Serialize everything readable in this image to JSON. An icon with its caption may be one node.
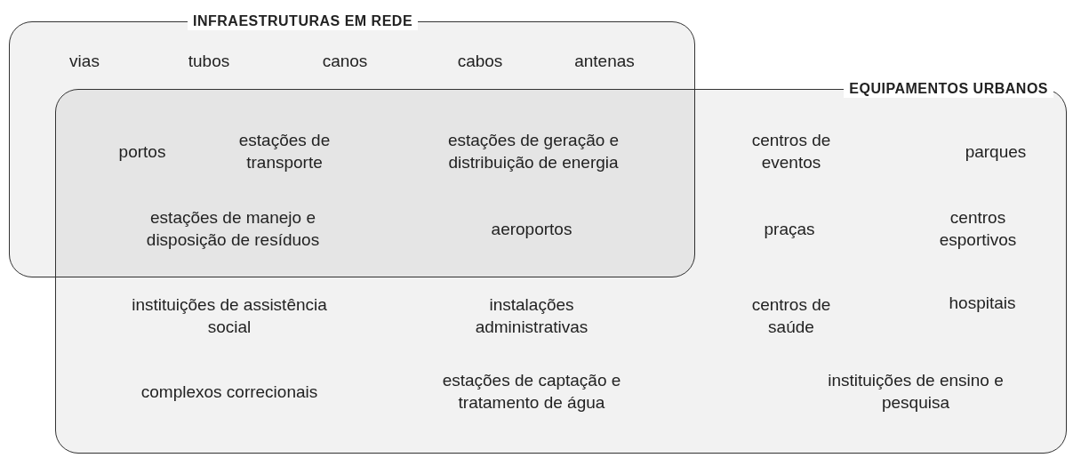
{
  "diagram": {
    "nodes": [
      {
        "text": [
          "INFRAESTRUTURAS EM REDE"
        ]
      },
      {
        "text": [
          "EQUIPAMENTOS URBANOS"
        ]
      }
    ],
    "labels": [
      "vias",
      "tubos",
      "canos",
      "cabos",
      "antenas",
      "portos",
      "estações de transporte",
      "estações de geração e distribuição de energia",
      "centros de eventos",
      "parques",
      "estações de manejo e disposição de resíduos",
      "aeroportos",
      "praças",
      "centros esportivos",
      "instituições de assistência social",
      "instalações administrativas",
      "centros de saúde",
      "hospitais",
      "complexos correcionais",
      "estações de captação e tratamento de água",
      "instituições de ensino e pesquisa"
    ]
  }
}
